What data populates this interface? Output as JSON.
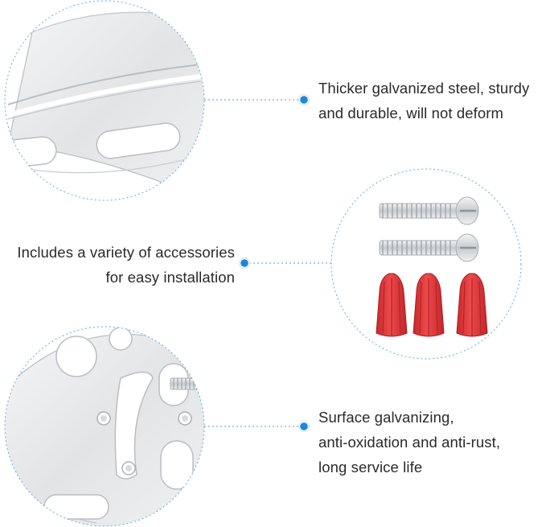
{
  "features": [
    {
      "lines": [
        "Thicker galvanized steel, sturdy",
        "and durable, will not deform"
      ]
    },
    {
      "lines": [
        "Includes a variety of accessories",
        "for easy installation"
      ]
    },
    {
      "lines": [
        "Surface galvanizing,",
        "anti-oxidation and anti-rust,",
        "long service life"
      ]
    }
  ],
  "colors": {
    "dot": "#1e88d6",
    "dashed_line": "#4aa3df",
    "circle_border": "#5aaee5",
    "steel": "#e6e8ea",
    "steel_edge": "#b9bec4",
    "wire_nut": "#e03a3c"
  }
}
